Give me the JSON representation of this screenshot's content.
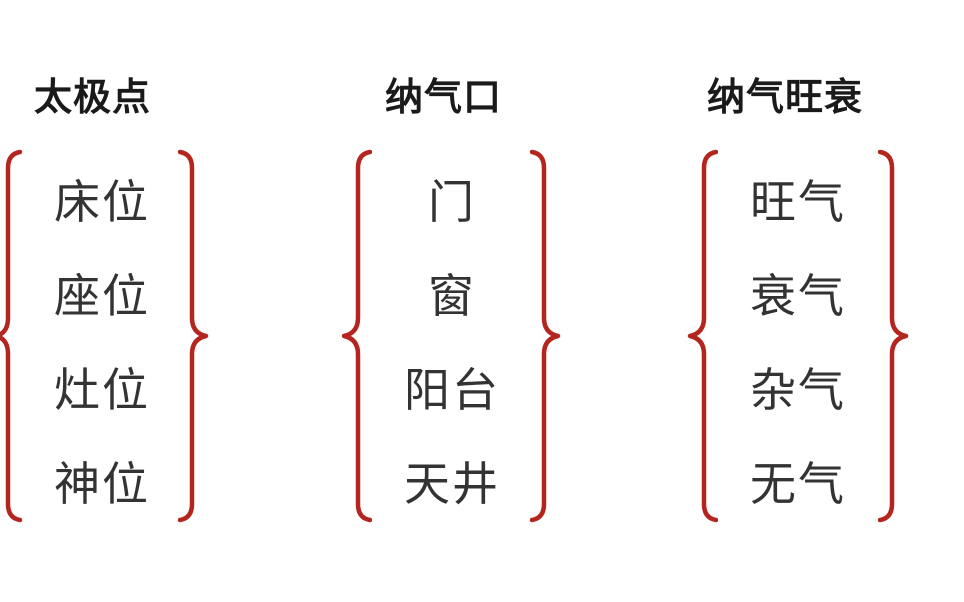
{
  "groups": [
    {
      "title": "太极点",
      "items": [
        "床位",
        "座位",
        "灶位",
        "神位"
      ]
    },
    {
      "title": "纳气口",
      "items": [
        "门",
        "窗",
        "阳台",
        "天井"
      ]
    },
    {
      "title": "纳气旺衰",
      "items": [
        "旺气",
        "衰气",
        "杂气",
        "无气"
      ]
    }
  ],
  "colors": {
    "brace": "#b3251e",
    "title": "#1a1a1a",
    "item": "#333333",
    "background": "#ffffff"
  }
}
